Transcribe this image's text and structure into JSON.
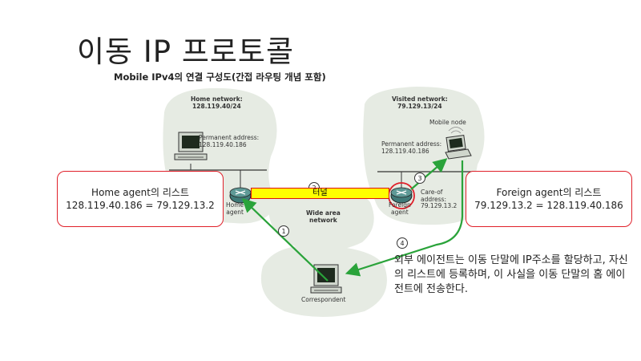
{
  "title": "이동 IP 프로토콜",
  "subtitle": "Mobile IPv4의 연결 구성도(간접 라우팅 개념 포함)",
  "home": {
    "network_label": "Home network:",
    "network_addr": "128.119.40/24",
    "perm_label": "Permanent address:",
    "perm_addr": "128.119.40.186",
    "agent_label_1": "Home",
    "agent_label_2": "agent"
  },
  "visited": {
    "network_label": "Visited network:",
    "network_addr": "79.129.13/24",
    "mobile_node": "Mobile node",
    "perm_label": "Permanent address:",
    "perm_addr": "128.119.40.186",
    "coa_label_1": "Care-of",
    "coa_label_2": "address:",
    "coa_addr": "79.129.13.2",
    "agent_label_1": "Foreign",
    "agent_label_2": "agent"
  },
  "wan": {
    "label_1": "Wide area",
    "label_2": "network"
  },
  "correspondent": "Correspondent",
  "steps": [
    "1",
    "2",
    "3",
    "4"
  ],
  "tunnel": "터널",
  "callouts": {
    "home_title": "Home agent의 리스트",
    "home_entry": "128.119.40.186 = 79.129.13.2",
    "foreign_title": "Foreign agent의 리스트",
    "foreign_entry": "79.129.13.2 = 128.119.40.186"
  },
  "note": "외부 에이전트는 이동 단말에 IP주소를 할당하고, 자신의 리스트에 등록하며, 이 사실을 이동 단말의 홈 에이전트에 전송한다.",
  "colors": {
    "cloud": "#e6ebe3",
    "arrow_green": "#2aa33a",
    "callout_border": "#e0202a",
    "tunnel_fill": "#ffff00"
  }
}
